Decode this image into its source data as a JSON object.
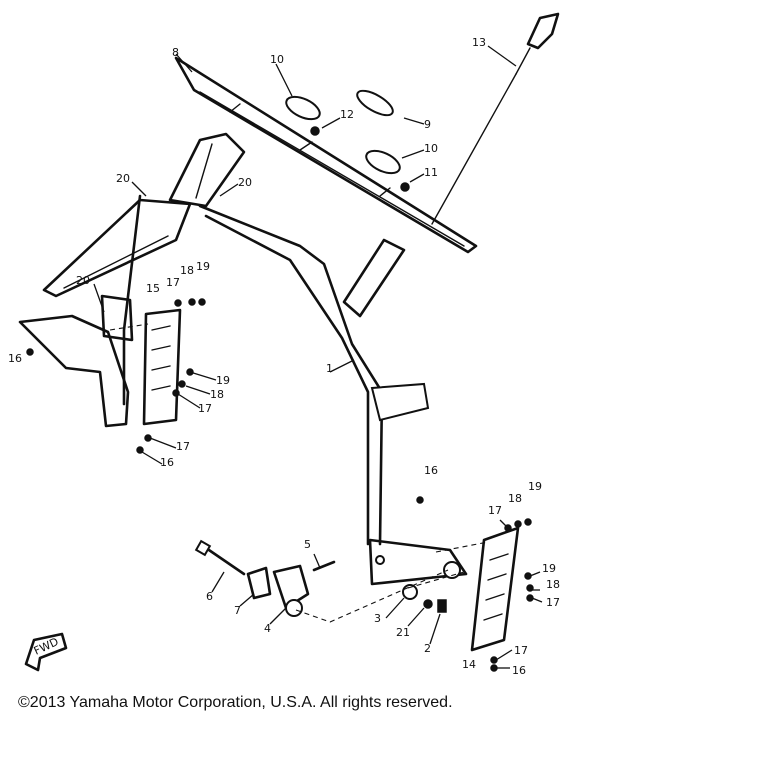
{
  "diagram": {
    "direction_label": "FWD",
    "callouts": [
      {
        "id": "c1",
        "label": "1"
      },
      {
        "id": "c2",
        "label": "2"
      },
      {
        "id": "c4",
        "label": "4"
      },
      {
        "id": "c5",
        "label": "5"
      },
      {
        "id": "c6",
        "label": "6"
      },
      {
        "id": "c7",
        "label": "7"
      },
      {
        "id": "c8",
        "label": "8"
      },
      {
        "id": "c9",
        "label": "9"
      },
      {
        "id": "c10a",
        "label": "10"
      },
      {
        "id": "c10b",
        "label": "10"
      },
      {
        "id": "c11",
        "label": "11"
      },
      {
        "id": "c12",
        "label": "12"
      },
      {
        "id": "c13",
        "label": "13"
      },
      {
        "id": "c14",
        "label": "14"
      },
      {
        "id": "c15",
        "label": "15"
      },
      {
        "id": "c16a",
        "label": "16"
      },
      {
        "id": "c16b",
        "label": "16"
      },
      {
        "id": "c16c",
        "label": "16"
      },
      {
        "id": "c16d",
        "label": "16"
      },
      {
        "id": "c17a",
        "label": "17"
      },
      {
        "id": "c17b",
        "label": "17"
      },
      {
        "id": "c17c",
        "label": "17"
      },
      {
        "id": "c17d",
        "label": "17"
      },
      {
        "id": "c17e",
        "label": "17"
      },
      {
        "id": "c17f",
        "label": "17"
      },
      {
        "id": "c18a",
        "label": "18"
      },
      {
        "id": "c18b",
        "label": "18"
      },
      {
        "id": "c18c",
        "label": "18"
      },
      {
        "id": "c18d",
        "label": "18"
      },
      {
        "id": "c19a",
        "label": "19"
      },
      {
        "id": "c19b",
        "label": "19"
      },
      {
        "id": "c19c",
        "label": "19"
      },
      {
        "id": "c19d",
        "label": "19"
      },
      {
        "id": "c20a",
        "label": "20"
      },
      {
        "id": "c20b",
        "label": "20"
      },
      {
        "id": "c20c",
        "label": "20"
      },
      {
        "id": "c21",
        "label": "21"
      },
      {
        "id": "c3",
        "label": "3"
      }
    ]
  },
  "footer": {
    "copyright": "©2013 Yamaha Motor Corporation, U.S.A. All rights reserved."
  }
}
